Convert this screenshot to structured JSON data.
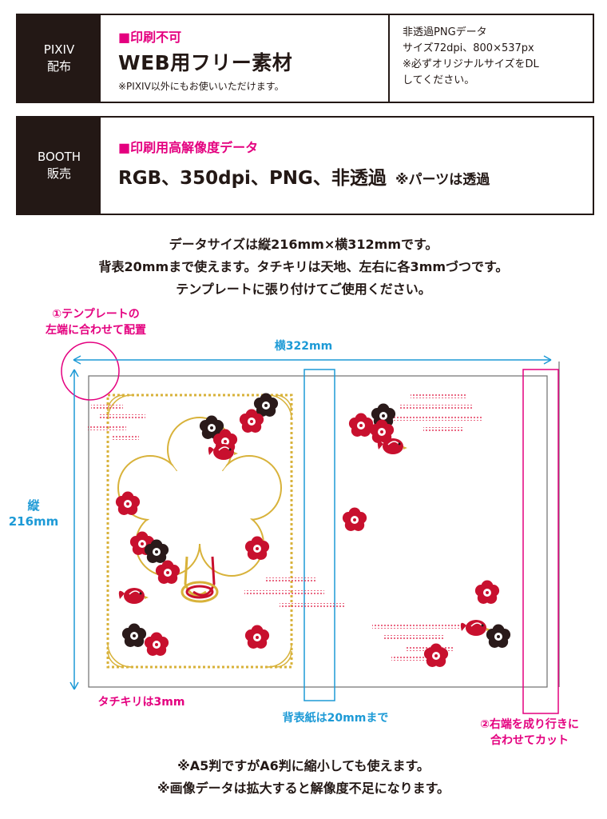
{
  "pixiv": {
    "tag_line1": "PIXIV",
    "tag_line2": "配布",
    "note": "■印刷不可",
    "title": "WEB用フリー素材",
    "subtitle": "※PIXIV以外にもお使いいただけます。",
    "side_line1": "非透過PNGデータ",
    "side_line2": "サイズ72dpi、800×537px",
    "side_line3": "※必ずオリジナルサイズをDL",
    "side_line4": "してください。"
  },
  "booth": {
    "tag_line1": "BOOTH",
    "tag_line2": "販売",
    "note": "■印刷用高解像度データ",
    "title": "RGB、350dpi、PNG、非透過",
    "title_suffix": "※パーツは透過"
  },
  "instructions": {
    "line1": "データサイズは縦216mm×横312mmです。",
    "line2": "背表20mmまで使えます。タチキリは天地、左右に各3mmづつです。",
    "line3": "テンプレートに張り付けてご使用ください。"
  },
  "callouts": {
    "step1_line1": "①テンプレートの",
    "step1_line2": "左端に合わせて配置",
    "width_label": "横322mm",
    "height_line1": "縦",
    "height_line2": "216mm",
    "bleed": "タチキリは3mm",
    "spine": "背表紙は20mmまで",
    "step2_line1": "②右端を成り行きに",
    "step2_line2": "合わせてカット"
  },
  "footer": {
    "line1": "※A5判ですがA6判に縮小しても使えます。",
    "line2": "※画像データは拡大すると解像度不足になります。"
  },
  "colors": {
    "ink": "#231815",
    "accent_pink": "#e4007f",
    "guide_blue": "#1d9ad6",
    "plum_red": "#c8102e",
    "gold": "#d8b23a"
  }
}
